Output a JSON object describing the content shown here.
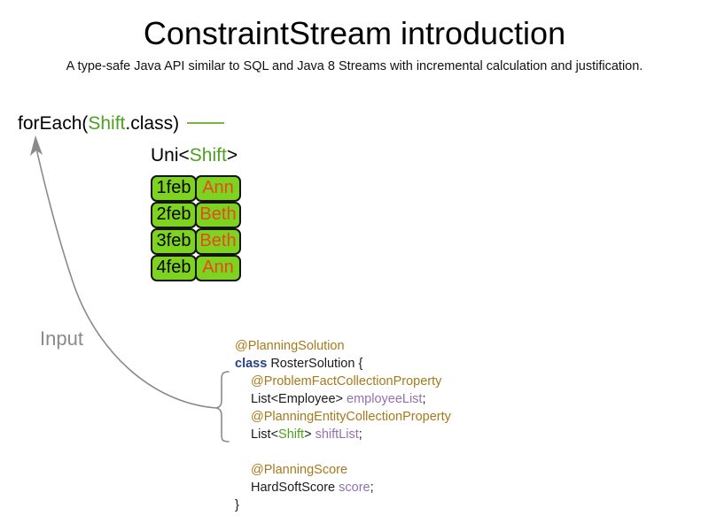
{
  "slide": {
    "title": "ConstraintStream introduction",
    "subtitle": "A type-safe Java API similar to SQL and Java 8 Streams with incremental calculation and justification."
  },
  "colors": {
    "background": "#ffffff",
    "shift_box_fill": "#7ed321",
    "shift_box_border": "#141414",
    "name_text": "#e8491d",
    "type_green": "#4ca11e",
    "line_green": "#7cb342",
    "annotation_gold": "#a8791a",
    "keyword_blue": "#27408b",
    "field_purple": "#9370b0",
    "arrow_gray": "#8a8a8a",
    "input_label_gray": "#8a8a8a"
  },
  "foreach": {
    "prefix": "forEach(",
    "type": "Shift",
    "suffix": ".class)",
    "connector_line": "horizontal-green-line"
  },
  "stream": {
    "uni_prefix": "Uni<",
    "uni_type": "Shift",
    "uni_suffix": ">",
    "columns": [
      "date",
      "employee"
    ],
    "rows": [
      {
        "date": "1feb",
        "employee": "Ann"
      },
      {
        "date": "2feb",
        "employee": "Beth"
      },
      {
        "date": "3feb",
        "employee": "Beth"
      },
      {
        "date": "4feb",
        "employee": "Ann"
      }
    ]
  },
  "flow": {
    "input_label": "Input",
    "arrow": "curved-arrow-up",
    "brace": "curly-brace-left"
  },
  "code": {
    "lines": [
      {
        "indent": 0,
        "tokens": [
          {
            "t": "@PlanningSolution",
            "c": "ann"
          }
        ]
      },
      {
        "indent": 0,
        "tokens": [
          {
            "t": "class",
            "c": "kw"
          },
          {
            "t": " RosterSolution {",
            "c": "plain"
          }
        ]
      },
      {
        "indent": 1,
        "tokens": [
          {
            "t": "@ProblemFactCollectionProperty",
            "c": "ann"
          }
        ]
      },
      {
        "indent": 1,
        "tokens": [
          {
            "t": "List<Employee> ",
            "c": "plain"
          },
          {
            "t": "employeeList",
            "c": "field"
          },
          {
            "t": ";",
            "c": "plain"
          }
        ]
      },
      {
        "indent": 1,
        "tokens": [
          {
            "t": "@PlanningEntityCollectionProperty",
            "c": "ann"
          }
        ]
      },
      {
        "indent": 1,
        "tokens": [
          {
            "t": "List<",
            "c": "plain"
          },
          {
            "t": "Shift",
            "c": "green"
          },
          {
            "t": "> ",
            "c": "plain"
          },
          {
            "t": "shiftList",
            "c": "field"
          },
          {
            "t": ";",
            "c": "plain"
          }
        ]
      },
      {
        "indent": 0,
        "tokens": []
      },
      {
        "indent": 1,
        "tokens": [
          {
            "t": "@PlanningScore",
            "c": "ann"
          }
        ]
      },
      {
        "indent": 1,
        "tokens": [
          {
            "t": "HardSoftScore ",
            "c": "plain"
          },
          {
            "t": "score",
            "c": "field"
          },
          {
            "t": ";",
            "c": "plain"
          }
        ]
      },
      {
        "indent": 0,
        "tokens": [
          {
            "t": "}",
            "c": "plain"
          }
        ]
      }
    ]
  }
}
